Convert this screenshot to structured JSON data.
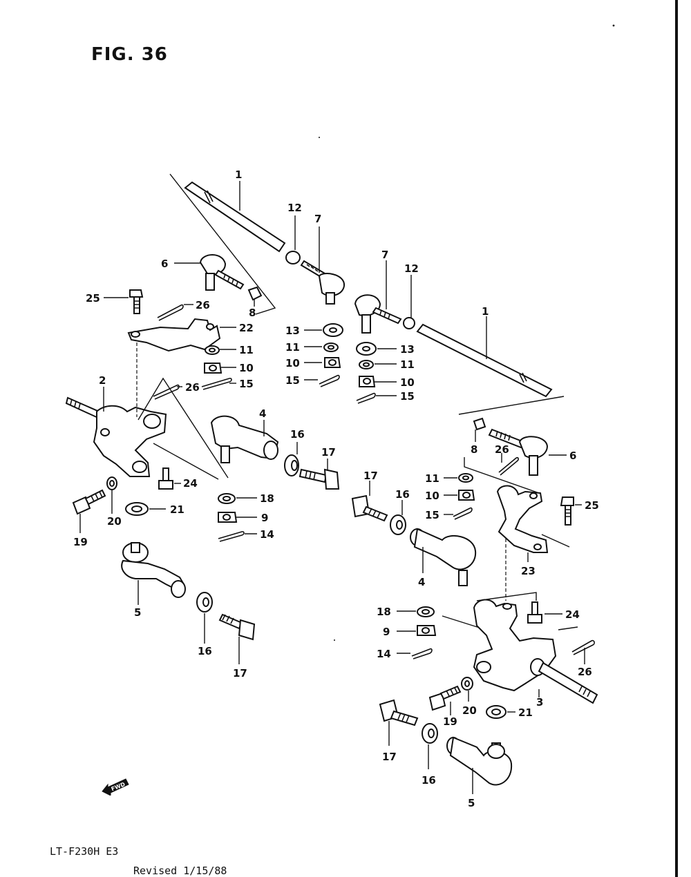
{
  "title": "FIG. 36",
  "model_code": "LT-F230H E3",
  "revised": "Revised 1/15/88",
  "fwd_badge": "FWD",
  "icons": {
    "fwd": "forward-arrow-icon"
  },
  "callouts": [
    "1",
    "2",
    "3",
    "4",
    "5",
    "6",
    "7",
    "8",
    "9",
    "10",
    "11",
    "12",
    "13",
    "14",
    "15",
    "16",
    "17",
    "18",
    "19",
    "20",
    "21",
    "22",
    "23",
    "24",
    "25",
    "26"
  ]
}
